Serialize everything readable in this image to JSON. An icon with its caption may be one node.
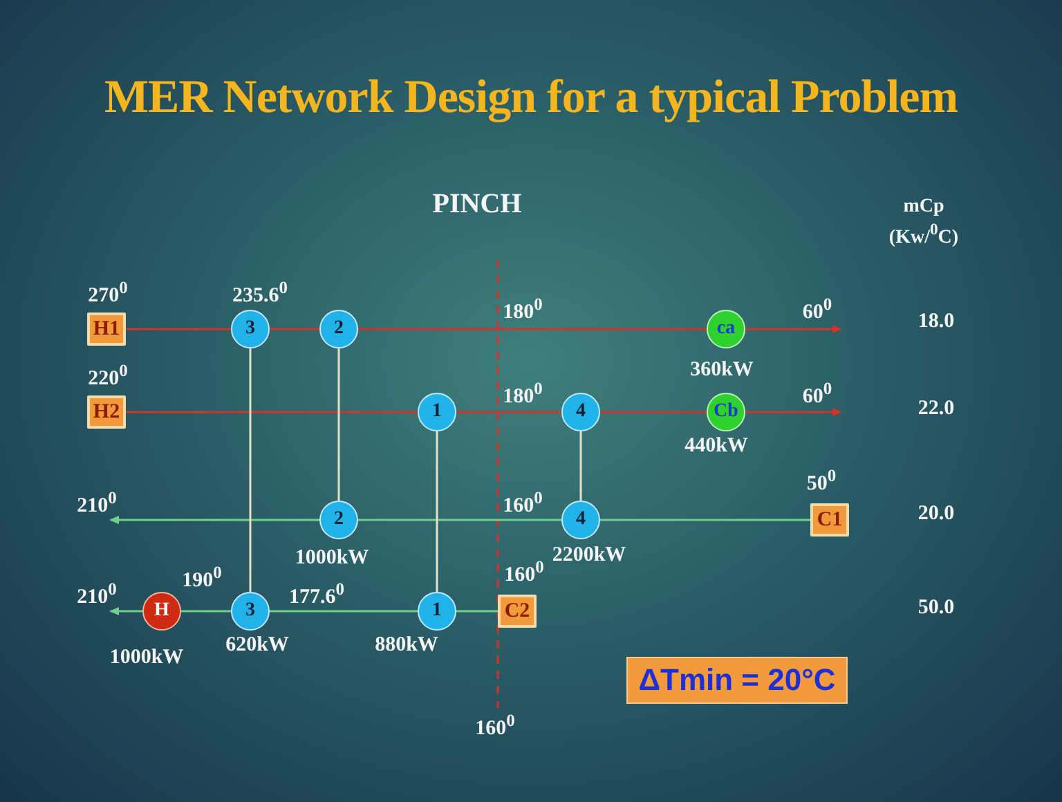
{
  "diagram": {
    "title": "MER Network Design for a typical Problem",
    "nodes": [
      {
        "text": [
          "H1"
        ],
        "beside": [
          "270$^{0}$"
        ]
      },
      {
        "text": [
          "H2"
        ],
        "beside": [
          "220$^{0}$"
        ]
      },
      {
        "text": [
          "C1"
        ],
        "beside": [
          "50$^{0}$"
        ]
      },
      {
        "text": [
          "C2"
        ],
        "beside": [
          "160$^{0}$"
        ]
      },
      {
        "text": [
          "3"
        ]
      },
      {
        "text": [
          "2"
        ]
      },
      {
        "text": [
          "ca"
        ],
        "beside": [
          "360kW"
        ]
      },
      {
        "text": [
          "1"
        ]
      },
      {
        "text": [
          "4"
        ]
      },
      {
        "text": [
          "Cb"
        ],
        "beside": [
          "440kW"
        ]
      },
      {
        "text": [
          "2"
        ],
        "beside": [
          "1000kW"
        ]
      },
      {
        "text": [
          "4"
        ],
        "beside": [
          "2200kW"
        ]
      },
      {
        "text": [
          "3"
        ],
        "beside": [
          "620kW"
        ]
      },
      {
        "text": [
          "1"
        ],
        "beside": [
          "880kW"
        ]
      },
      {
        "text": [
          "H"
        ],
        "beside": [
          "1000kW"
        ]
      },
      {
        "text": [
          "ΔTmin = 20°C"
        ]
      },
      {
        "text": [
          "60$^{0}$"
        ]
      },
      {
        "text": [
          "60$^{0}$"
        ]
      },
      {
        "text": [
          "210$^{0}$"
        ]
      },
      {
        "text": [
          "210$^{0}$"
        ]
      }
    ],
    "edges": [
      {
        "from": 0,
        "to": 4,
        "arrow": "none"
      },
      {
        "from": 4,
        "to": 5,
        "arrow": "none"
      },
      {
        "from": 5,
        "to": 6,
        "arrow": "none"
      },
      {
        "from": 6,
        "to": 16,
        "arrow": "to"
      },
      {
        "from": 1,
        "to": 7,
        "arrow": "none"
      },
      {
        "from": 7,
        "to": 8,
        "arrow": "none"
      },
      {
        "from": 8,
        "to": 9,
        "arrow": "none"
      },
      {
        "from": 9,
        "to": 17,
        "arrow": "to"
      },
      {
        "from": 2,
        "to": 11,
        "arrow": "none",
        "color": "#6fd08c"
      },
      {
        "from": 11,
        "to": 10,
        "arrow": "none",
        "color": "#6fd08c"
      },
      {
        "from": 10,
        "to": 18,
        "arrow": "to",
        "color": "#6fd08c"
      },
      {
        "from": 3,
        "to": 13,
        "arrow": "none",
        "color": "#6fd08c"
      },
      {
        "from": 13,
        "to": 12,
        "arrow": "none",
        "color": "#6fd08c"
      },
      {
        "from": 12,
        "to": 14,
        "arrow": "none",
        "color": "#6fd08c"
      },
      {
        "from": 14,
        "to": 19,
        "arrow": "to",
        "color": "#6fd08c"
      },
      {
        "from": 4,
        "to": 12,
        "arrow": "none",
        "color": "#e6e0c4"
      },
      {
        "from": 5,
        "to": 10,
        "arrow": "none",
        "color": "#e6e0c4"
      },
      {
        "from": 7,
        "to": 13,
        "arrow": "none",
        "color": "#e6e0c4"
      },
      {
        "from": 8,
        "to": 11,
        "arrow": "none",
        "color": "#e6e0c4"
      }
    ],
    "labels": [
      "PINCH",
      "mCp",
      "(Kw/$^{0}$C)",
      "235.6$^{0}$",
      "180$^{0}$",
      "18.0",
      "180$^{0}$",
      "22.0",
      "160$^{0}$",
      "20.0",
      "190$^{0}$",
      "177.6$^{0}$",
      "50.0",
      "160$^{0}$"
    ]
  }
}
